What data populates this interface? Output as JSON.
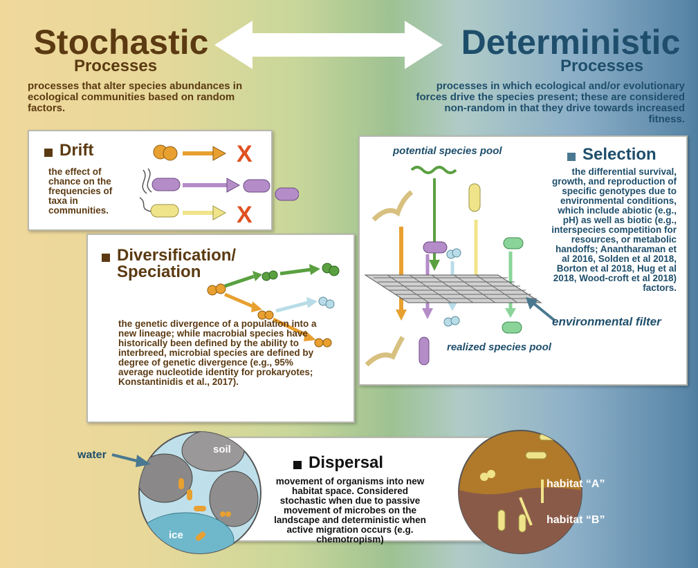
{
  "header": {
    "left_title": "Stochastic",
    "left_sub": "Processes",
    "right_title": "Deterministic",
    "right_sub": "Processes",
    "left_desc": "processes that alter species abundances in ecological communities based on random factors.",
    "right_desc": "processes in which ecological and/or evolutionary forces drive the species present; these are considered non-random in that they drive towards increased fitness."
  },
  "drift": {
    "title": "Drift",
    "text": "the effect of chance on the frequencies of taxa in communities."
  },
  "diversification": {
    "title_line1": "Diversification/",
    "title_line2": "Speciation",
    "text": "the genetic divergence of a population into a new lineage; while macrobial species have historically been defined by the ability to interbreed, microbial species are defined by degree of genetic divergence (e.g., 95% average nucleotide identity for prokaryotes; Konstantinidis et al., 2017)."
  },
  "selection": {
    "title": "Selection",
    "text": "the differential survival, growth, and reproduction of specific genotypes due to environmental conditions, which include abiotic (e.g., pH) as well as biotic (e.g., interspecies competition for resources, or metabolic handoffs; Anantharaman et al 2016, Solden et al 2018, Borton et al 2018, Hug et al 2018, Wood-croft et al 2018) factors.",
    "potential_pool": "potential species pool",
    "realized_pool": "realized species pool",
    "filter_label": "environmental filter"
  },
  "dispersal": {
    "title": "Dispersal",
    "text": "movement of organisms into new habitat space. Considered stochastic when due to passive movement of microbes on the landscape and deterministic when active migration occurs (e.g. chemotropism)",
    "water_label": "water",
    "soil_label": "soil",
    "ice_label": "ice",
    "habitat_a": "habitat “A”",
    "habitat_b": "habitat “B”"
  },
  "colors": {
    "brown": "#5b3a12",
    "blue": "#1e4e6b",
    "orange": "#e8a030",
    "purple": "#b48cc8",
    "yellow": "#f0e48a",
    "green": "#5aa040",
    "red_x": "#e05020"
  }
}
